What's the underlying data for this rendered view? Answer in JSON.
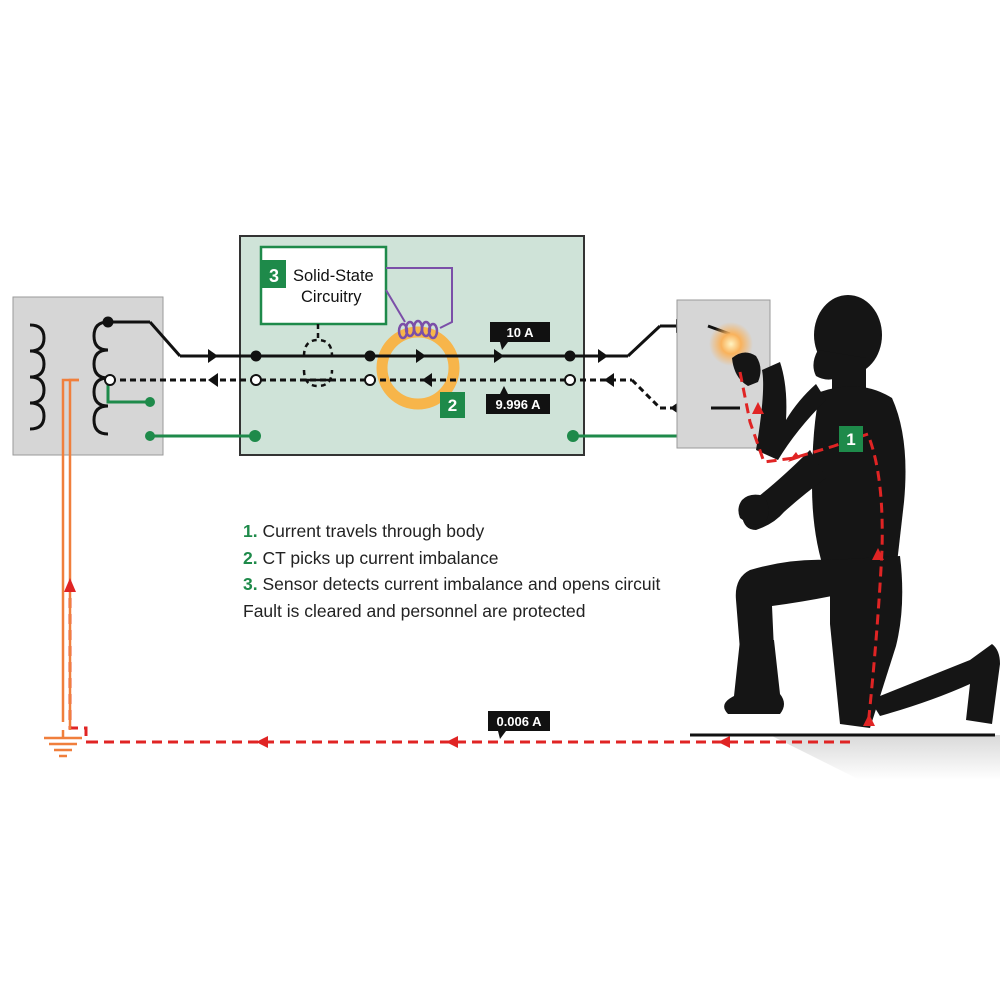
{
  "colors": {
    "panel_fill": "#cfe3d8",
    "box_fill": "#d6d6d6",
    "green": "#1e8a4a",
    "purple": "#7b4fa8",
    "orange_ring": "#f7b54a",
    "ground": "#f07f3c",
    "fault_path": "#e02424",
    "wire": "#111111",
    "person": "#151515"
  },
  "icons": {
    "transformer": "transformer-icon",
    "ct_coil": "current-transformer-coil-icon",
    "ground": "ground-symbol-icon",
    "person": "kneeling-person-silhouette",
    "spark": "fault-spark-icon"
  },
  "circuitry": {
    "badge": "3",
    "line1": "Solid-State",
    "line2": "Circuitry"
  },
  "ct_badge": "2",
  "body_badge": "1",
  "current_labels": {
    "hot": "10 A",
    "neutral": "9.996 A",
    "fault": "0.006 A"
  },
  "legend": [
    {
      "num": "1.",
      "text": " Current travels through body"
    },
    {
      "num": "2.",
      "text": " CT picks up current imbalance"
    },
    {
      "num": "3.",
      "text": " Sensor detects current imbalance and opens circuit"
    }
  ],
  "legend_footer": "Fault is cleared and personnel are protected"
}
